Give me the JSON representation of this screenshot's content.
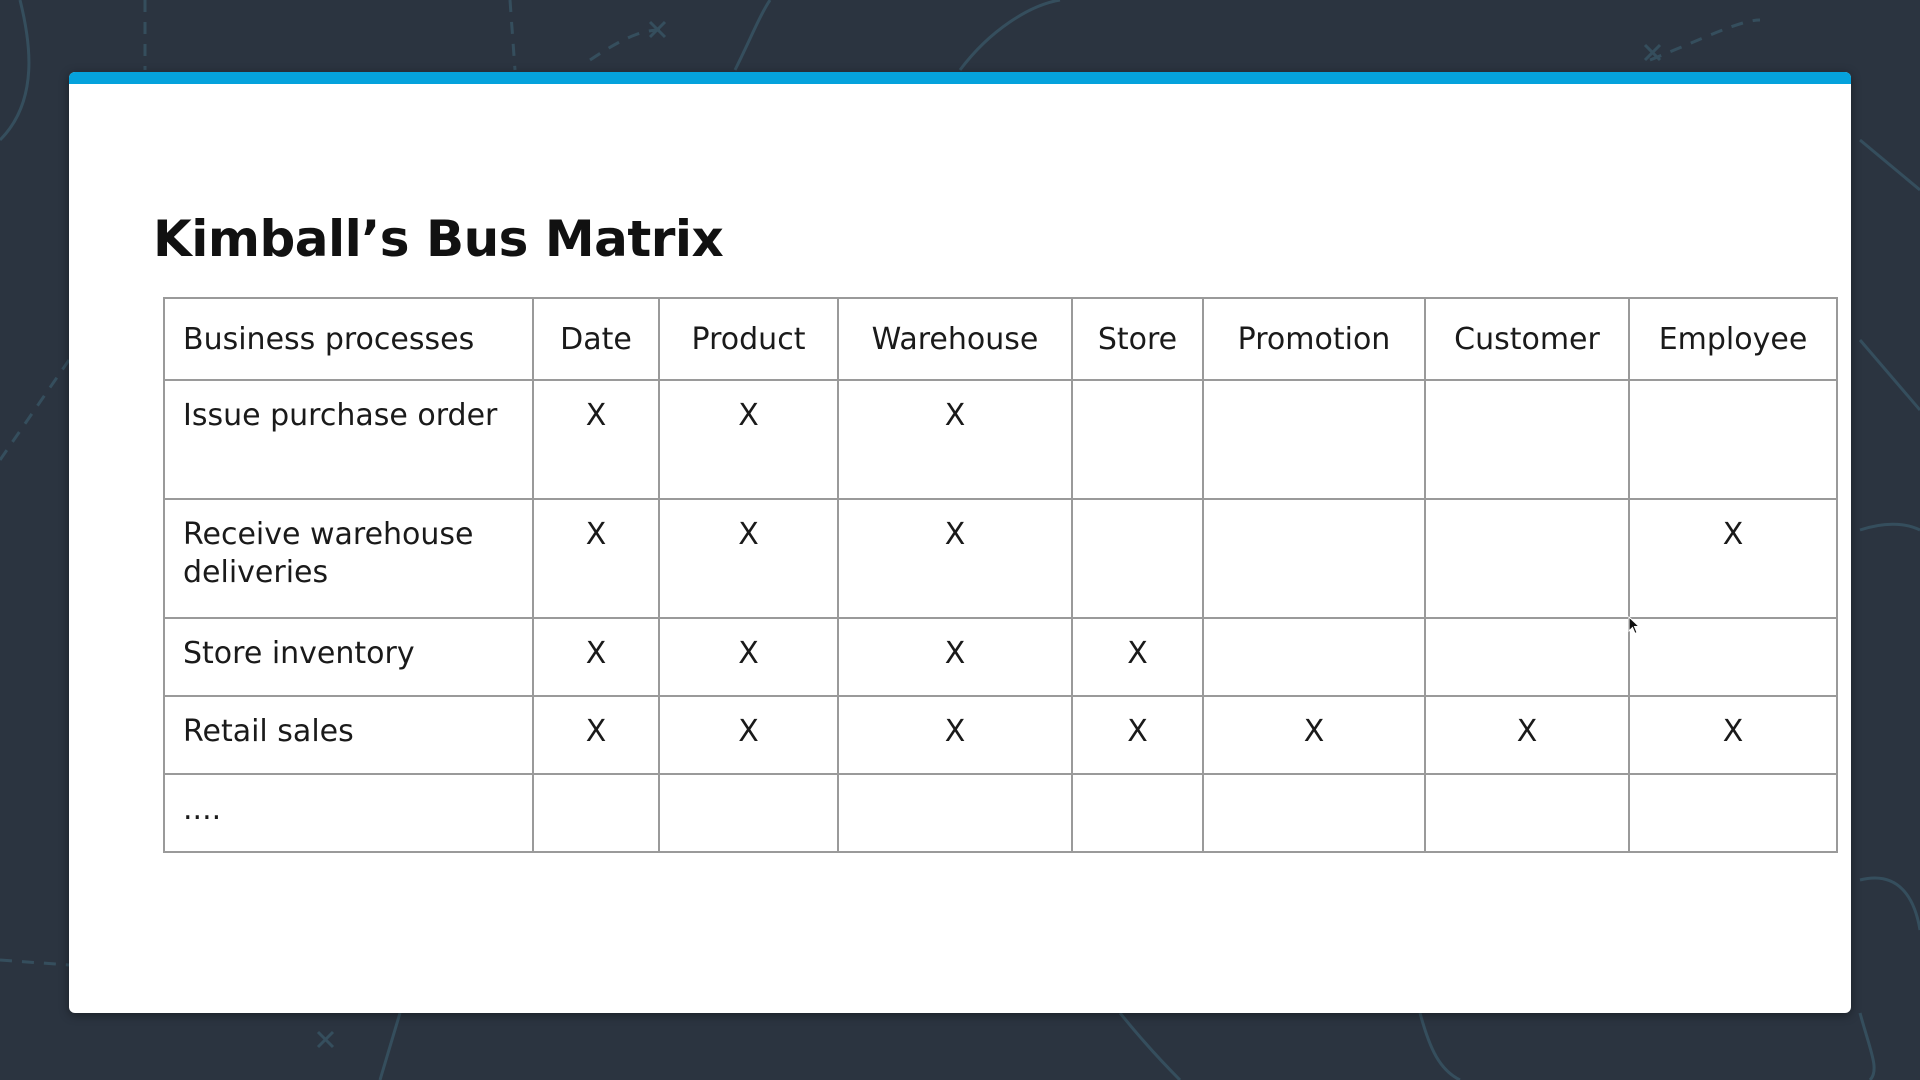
{
  "slide": {
    "title": "Kimball’s Bus Matrix",
    "accent_color": "#05a2dc",
    "background_color": "#2b3440"
  },
  "table": {
    "headers": [
      "Business processes",
      "Date",
      "Product",
      "Warehouse",
      "Store",
      "Promotion",
      "Customer",
      "Employee"
    ],
    "rows": [
      {
        "process": "Issue purchase order",
        "marks": [
          "X",
          "X",
          "X",
          "",
          "",
          "",
          ""
        ]
      },
      {
        "process": "Receive warehouse deliveries",
        "marks": [
          "X",
          "X",
          "X",
          "",
          "",
          "",
          "X"
        ]
      },
      {
        "process": "Store inventory",
        "marks": [
          "X",
          "X",
          "X",
          "X",
          "",
          "",
          ""
        ]
      },
      {
        "process": "Retail sales",
        "marks": [
          "X",
          "X",
          "X",
          "X",
          "X",
          "X",
          "X"
        ]
      },
      {
        "process": "....",
        "marks": [
          "",
          "",
          "",
          "",
          "",
          "",
          ""
        ]
      }
    ]
  }
}
